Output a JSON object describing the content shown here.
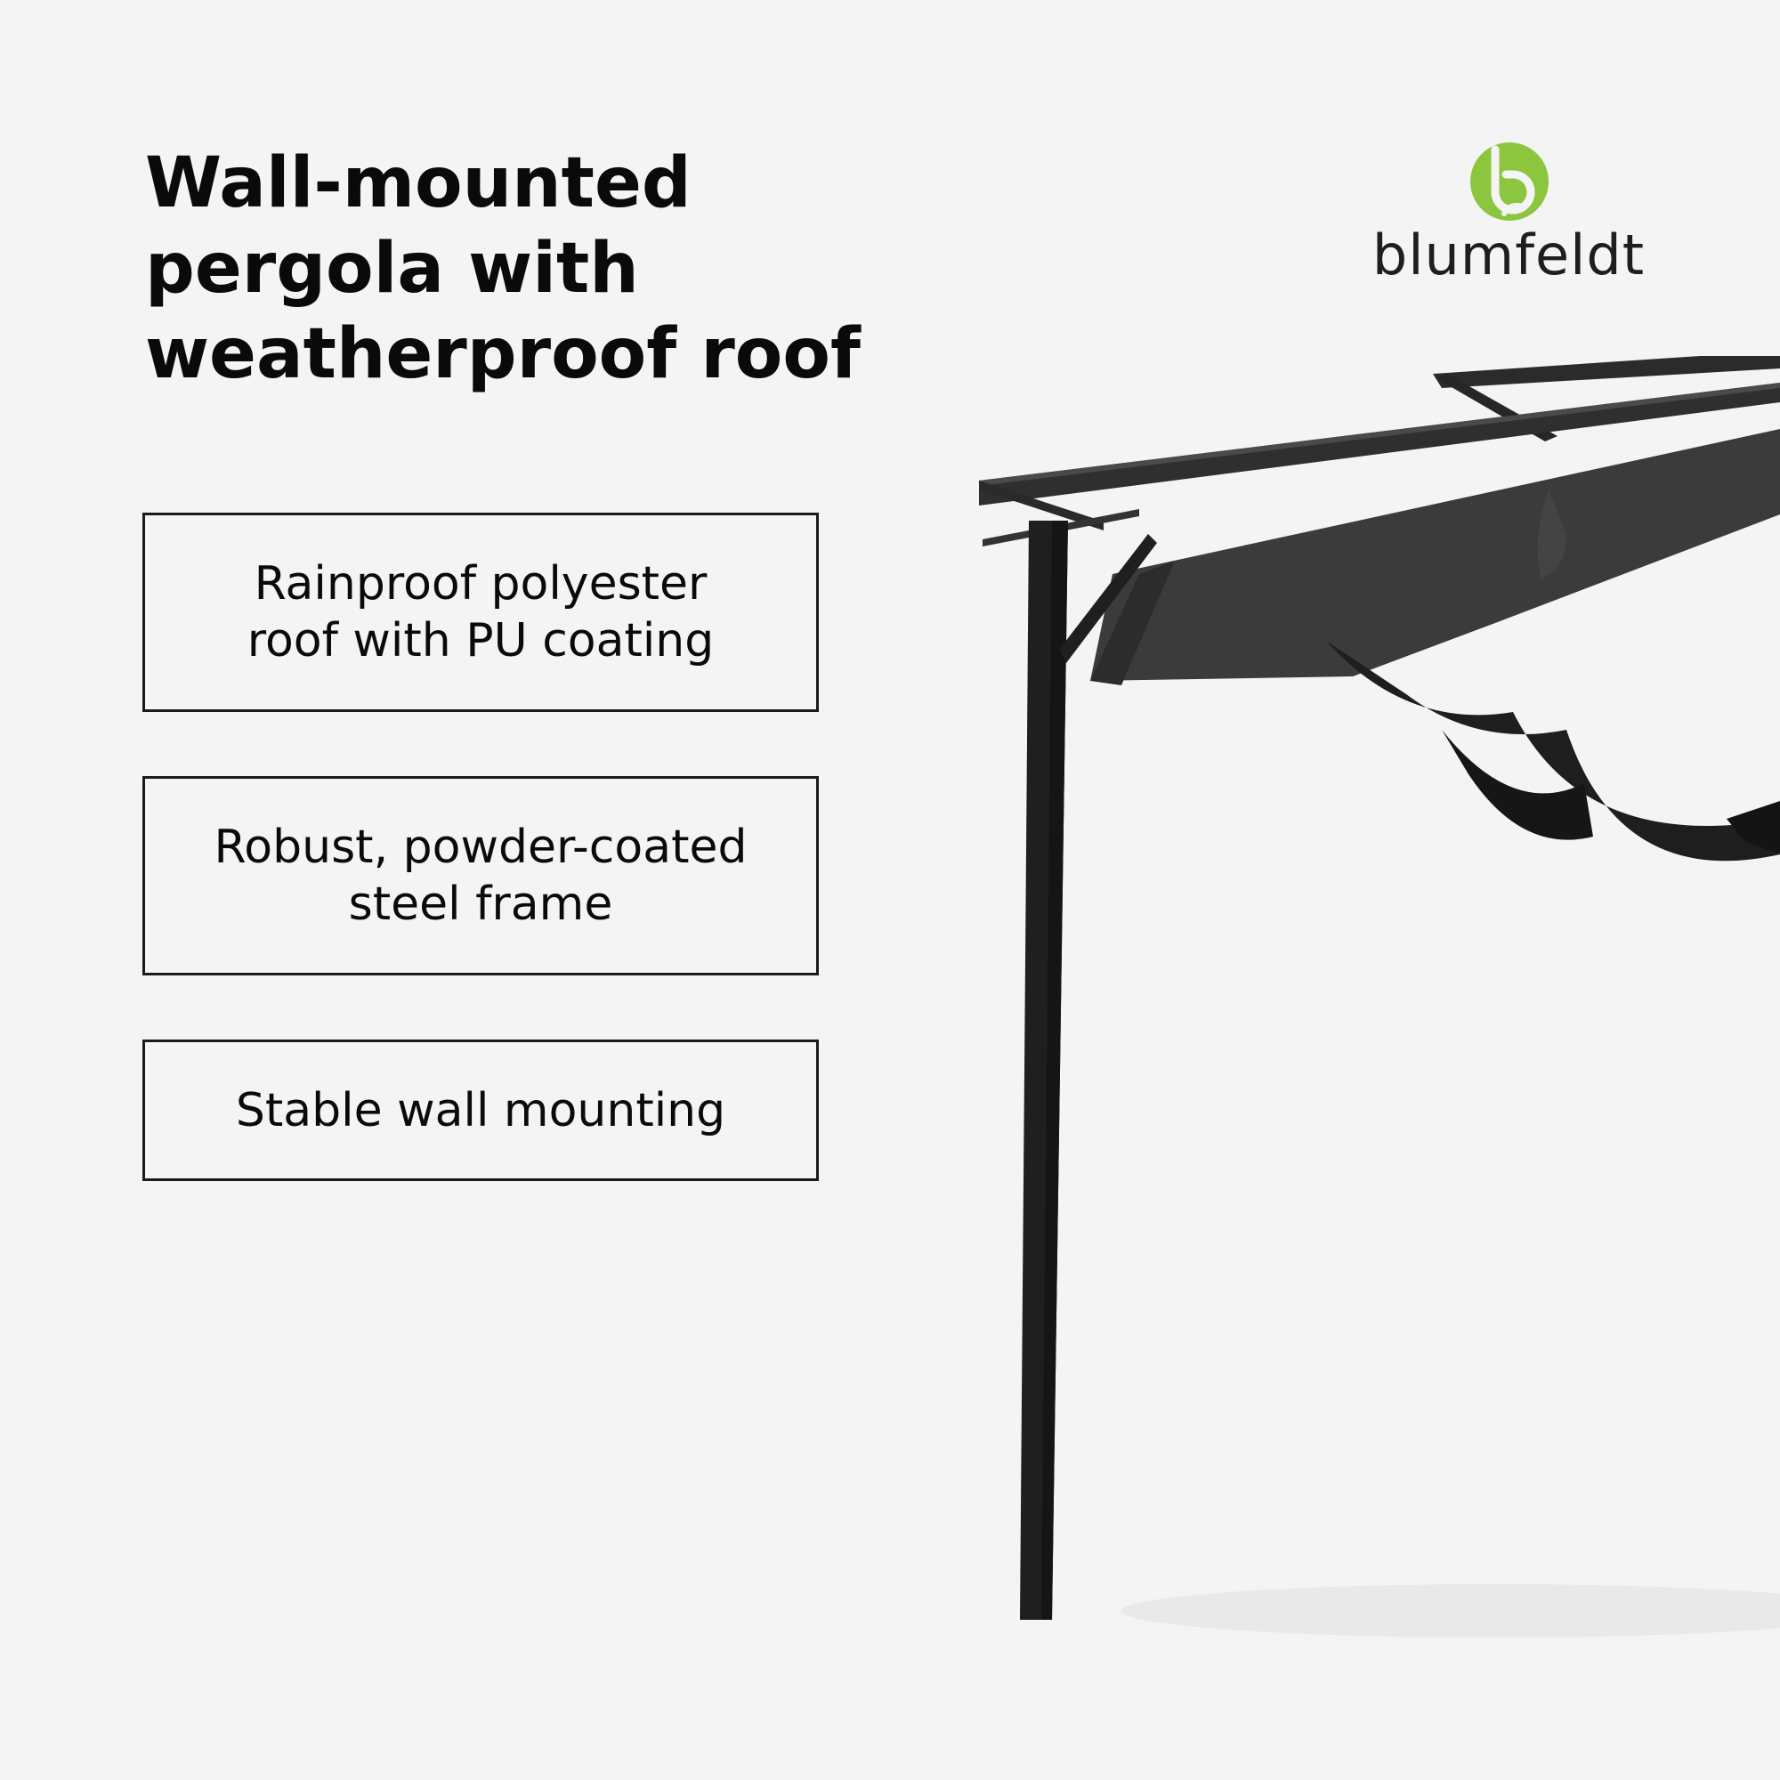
{
  "headline": {
    "line1": "Wall-mounted",
    "line2": "pergola with",
    "line3": "weatherproof roof"
  },
  "features": [
    {
      "line1": "Rainproof polyester",
      "line2": "roof with PU coating"
    },
    {
      "line1": "Robust, powder-coated",
      "line2": "steel frame"
    },
    {
      "line1": "Stable wall mounting"
    }
  ],
  "brand": {
    "name": "blumfeldt",
    "logo_color": "#8cc63f"
  },
  "product_image": {
    "icon": "pergola-illustration",
    "frame_color": "#1c1c1c",
    "canopy_color": "#2a2a2a"
  },
  "colors": {
    "background": "#f4f4f4",
    "text": "#0a0a0a",
    "box_border": "#1a1a1a"
  }
}
